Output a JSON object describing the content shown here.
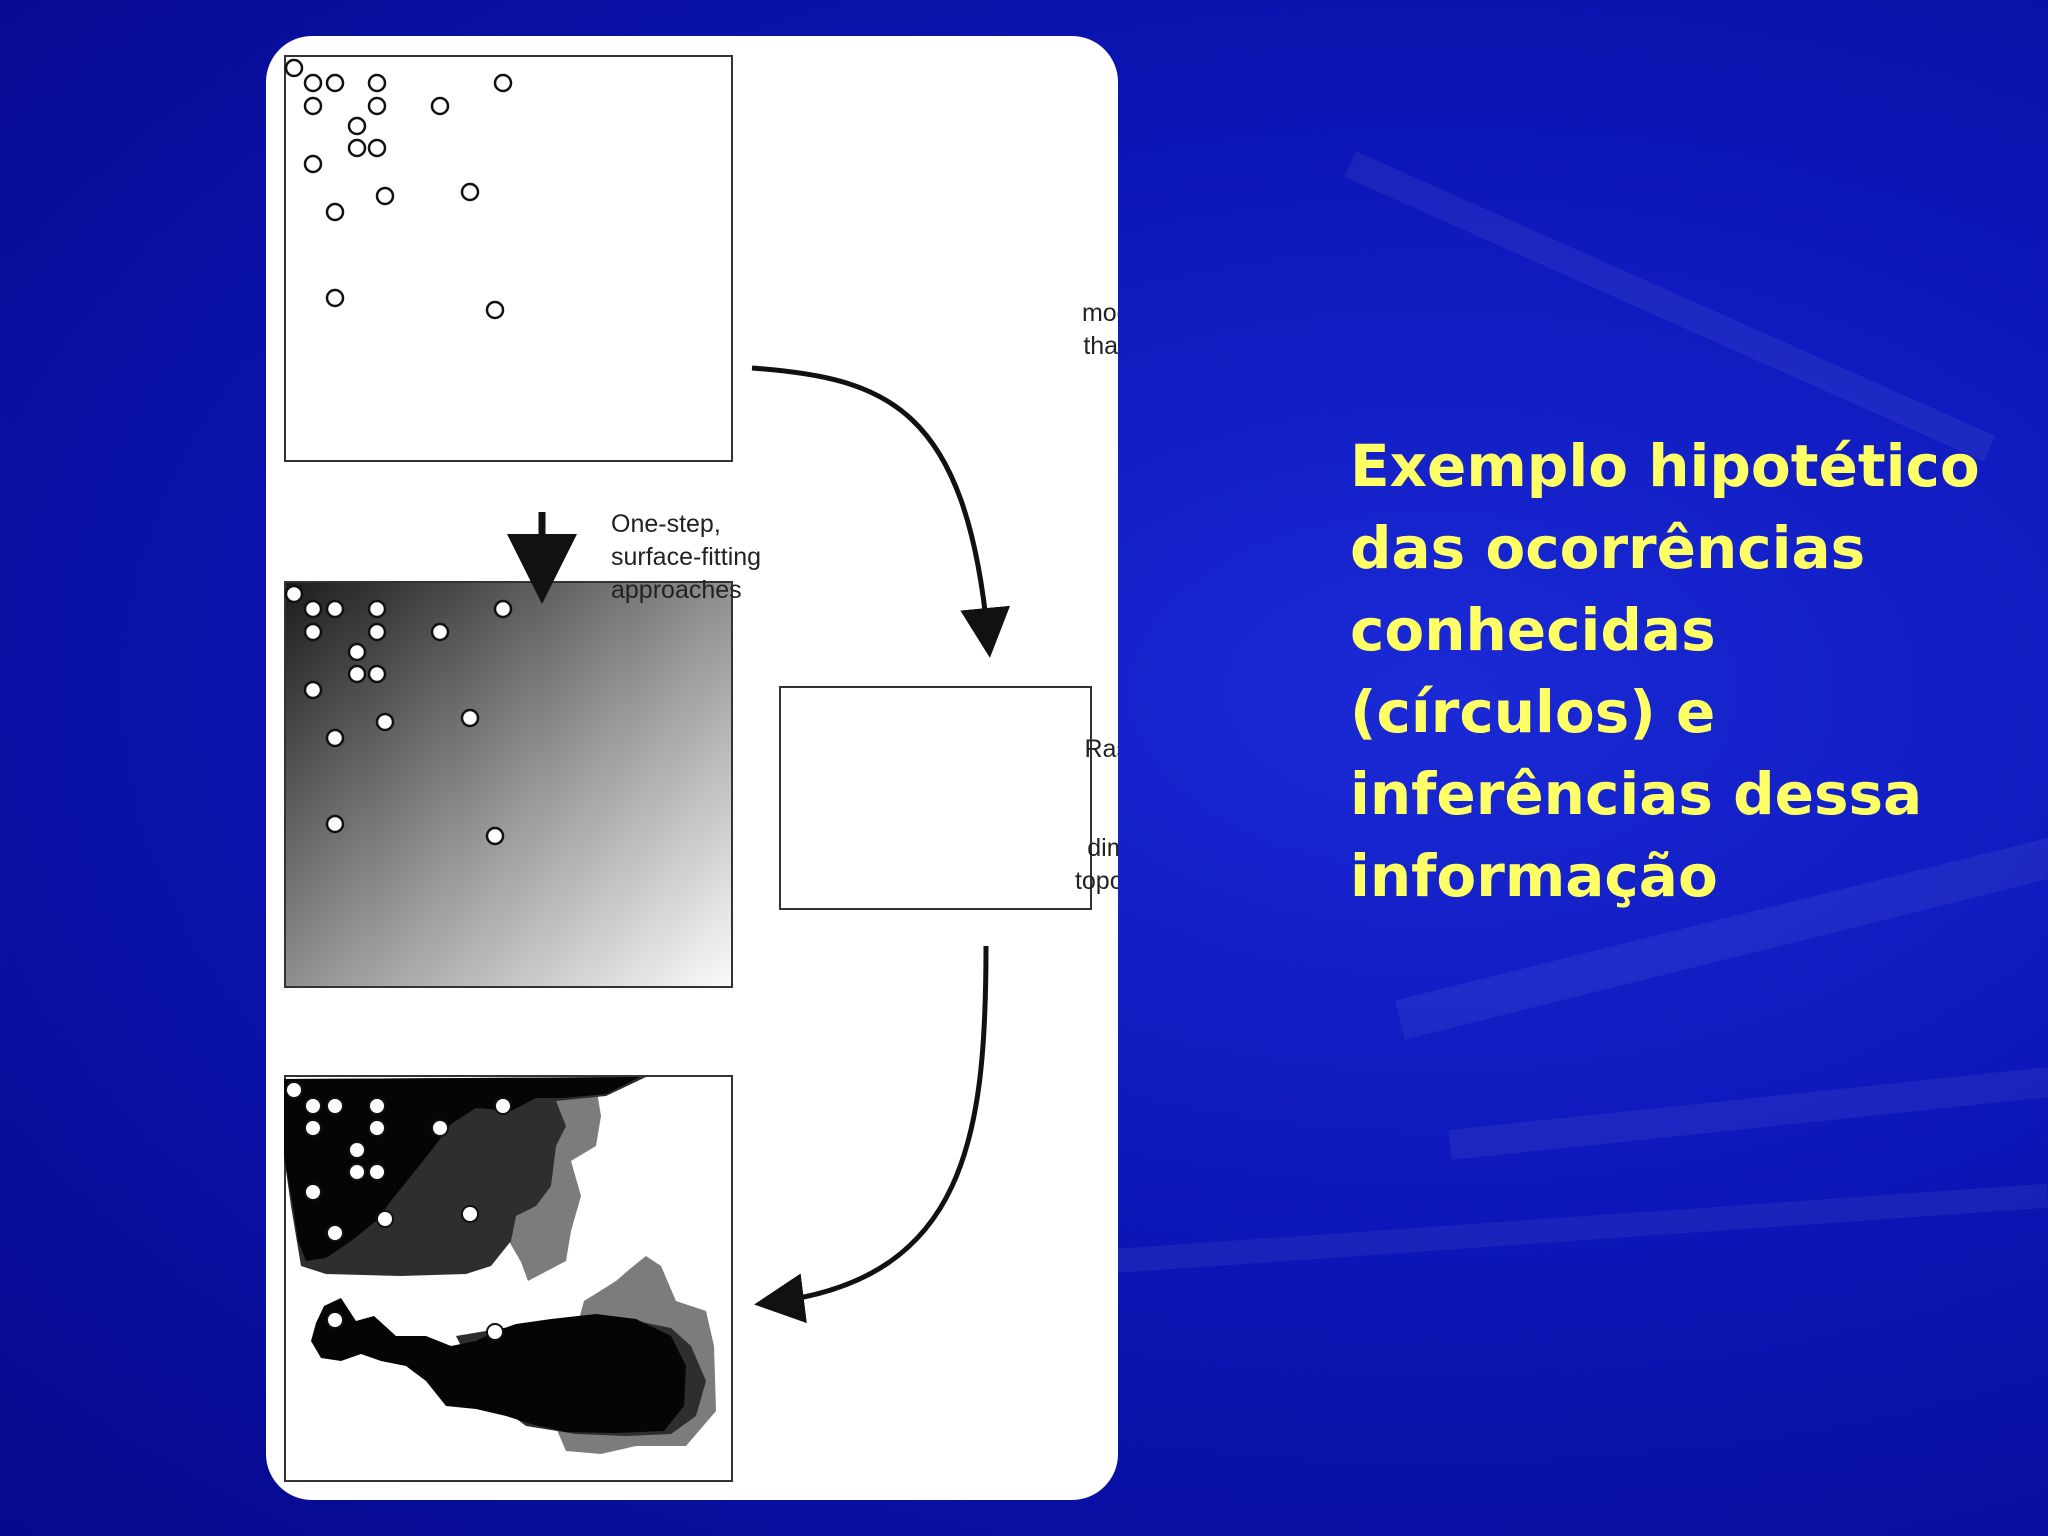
{
  "slide": {
    "title": "Exemplo hipotético das ocorrências conhecidas (círculos) e inferências dessa informação"
  },
  "figure": {
    "label_ecologic": "Ecologic niche\nmodeling approaches\nthat take into account\nenvironmental\ninformation",
    "label_onestep": "One-step,\nsurface-fitting\napproaches",
    "raster_box": "Raster GIS data sets\ndescribing\nenvironmental\ndimensions: climate,\ntopography, landscape\nfeatures, soils"
  },
  "colors": {
    "background": "#0d16b8",
    "title": "#ffff66",
    "card": "#ffffff"
  }
}
